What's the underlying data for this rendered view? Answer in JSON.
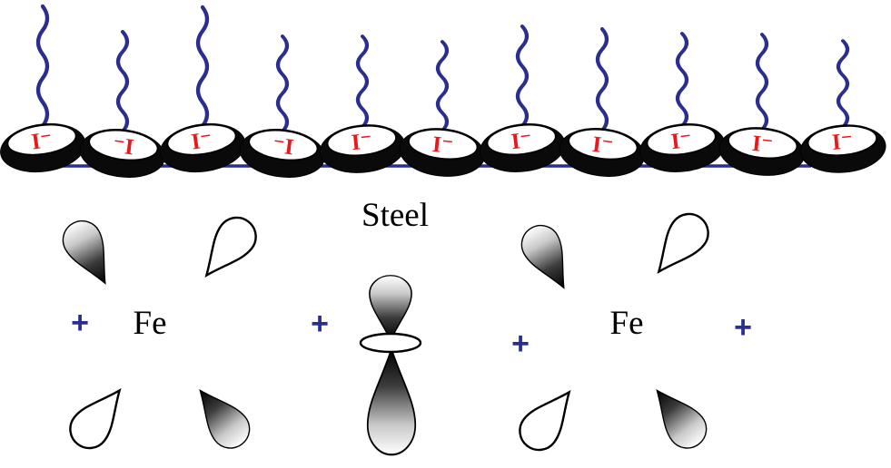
{
  "labels": {
    "steel": "Steel",
    "fe_left": "Fe",
    "fe_right": "Fe",
    "plus": [
      "+",
      "+",
      "+",
      "+"
    ]
  },
  "surface": {
    "molecules": [
      {
        "ion": "I⁻"
      },
      {
        "ion": "⁻I"
      },
      {
        "ion": "I⁻"
      },
      {
        "ion": "⁻I"
      },
      {
        "ion": "I⁻"
      },
      {
        "ion": "I⁻"
      },
      {
        "ion": "I⁻"
      },
      {
        "ion": "I⁻"
      },
      {
        "ion": "I⁻"
      },
      {
        "ion": "I⁻"
      },
      {
        "ion": "I⁻"
      }
    ]
  },
  "colors": {
    "tail_blue": "#2a2e8f",
    "iodide_red": "#e8191c",
    "head_black": "#0a0a0a",
    "lobe_dark": "#000000"
  }
}
